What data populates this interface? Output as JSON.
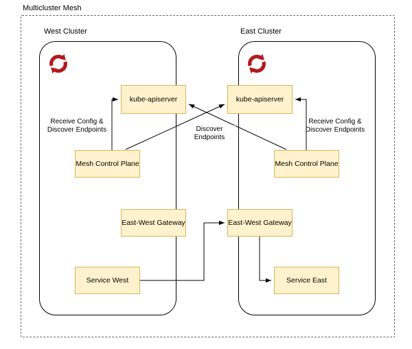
{
  "title": "Multicluster Mesh",
  "clusters": {
    "west": {
      "label": "West Cluster",
      "icon": "red-circular-arrows-icon",
      "nodes": {
        "apiserver": "kube-apiserver",
        "control_plane": "Mesh Control Plane",
        "gateway": "East-West Gateway",
        "service": "Service West"
      }
    },
    "east": {
      "label": "East Cluster",
      "icon": "red-circular-arrows-icon",
      "nodes": {
        "apiserver": "kube-apiserver",
        "control_plane": "Mesh Control Plane",
        "gateway": "East-West Gateway",
        "service": "Service East"
      }
    }
  },
  "edges": [
    {
      "from": "west.control_plane",
      "to": "west.apiserver",
      "label": "Receive Config &\nDiscover Endpoints"
    },
    {
      "from": "east.control_plane",
      "to": "east.apiserver",
      "label": "Receive Config &\nDiscover Endpoints"
    },
    {
      "from": "west.control_plane",
      "to": "east.apiserver",
      "label": "Discover\nEndpoints"
    },
    {
      "from": "east.control_plane",
      "to": "west.apiserver",
      "label": ""
    },
    {
      "from": "west.service",
      "to": "east.gateway",
      "label": ""
    },
    {
      "from": "east.gateway",
      "to": "east.service",
      "label": ""
    }
  ],
  "colors": {
    "background": "#ffffff",
    "text": "#000000",
    "node_fill": "#fff2cc",
    "node_border": "#d6b656",
    "cluster_border": "#000000",
    "mesh_border": "#666666",
    "edge": "#000000",
    "icon_red": "#b11a1f"
  }
}
